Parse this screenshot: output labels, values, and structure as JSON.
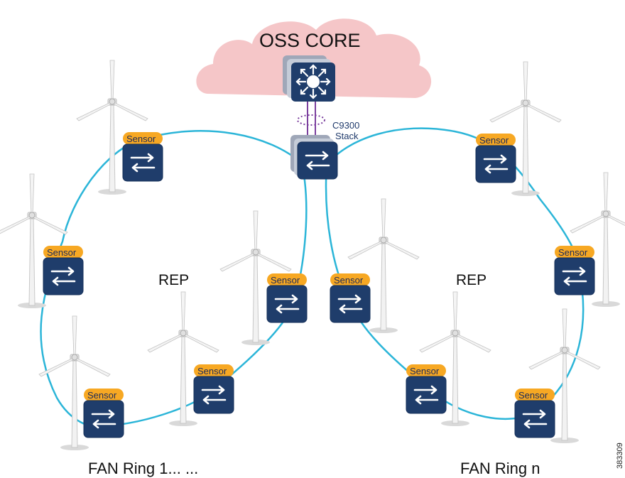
{
  "cloud": {
    "title": "OSS CORE"
  },
  "stack": {
    "line1": "C9300",
    "line2": "Stack"
  },
  "rings": [
    {
      "rep_label": "REP",
      "name": "FAN Ring 1... ..."
    },
    {
      "rep_label": "REP",
      "name": "FAN Ring n"
    }
  ],
  "sensor_label": "Sensor",
  "figure_code": "383309",
  "colors": {
    "cloud": "#f5c6c8",
    "ring_link": "#2bb5d8",
    "switch_blue": "#1f3d6b",
    "sensor_orange": "#f7a823",
    "stack_link": "#7b3f9e"
  }
}
